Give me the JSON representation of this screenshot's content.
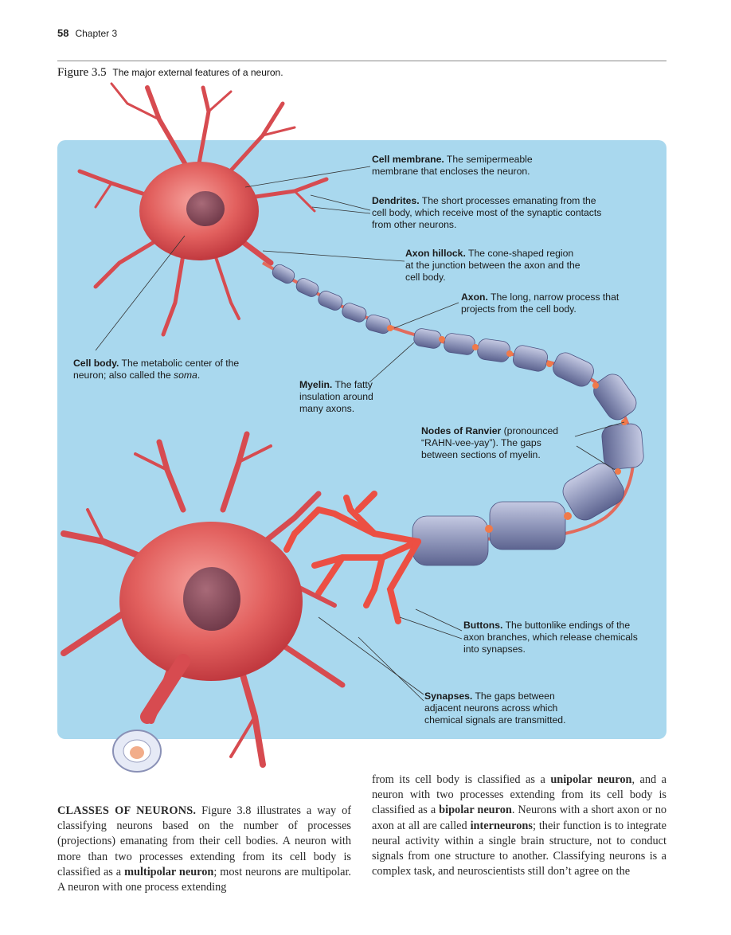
{
  "header": {
    "page_number": "58",
    "chapter": "Chapter 3"
  },
  "figure": {
    "label": "Figure 3.5",
    "caption": "The major external features of a neuron."
  },
  "labels": {
    "cell_membrane": {
      "term": "Cell membrane.",
      "text": " The semipermeable membrane that encloses the neuron."
    },
    "dendrites": {
      "term": "Dendrites.",
      "text": " The short processes emanating from the cell body, which receive most of the synaptic contacts from other neurons."
    },
    "axon_hillock": {
      "term": "Axon hillock.",
      "text": " The cone-shaped region at the junction between the axon and the cell body."
    },
    "axon": {
      "term": "Axon.",
      "text": " The long, narrow process that projects from the cell body."
    },
    "cell_body": {
      "term": "Cell body.",
      "text": " The metabolic center of the neuron; also called the ",
      "italic": "soma",
      "end": "."
    },
    "myelin": {
      "term": "Myelin.",
      "text": " The fatty insulation around many axons."
    },
    "nodes": {
      "term": "Nodes of Ranvier",
      "text": " (pronounced “RAHN-vee-yay”). The gaps between sections of myelin."
    },
    "buttons": {
      "term": "Buttons.",
      "text": " The buttonlike endings of the axon branches, which release chemicals into synapses."
    },
    "synapses": {
      "term": "Synapses.",
      "text": " The gaps between adjacent neurons across which chemical signals are transmitted."
    }
  },
  "body": {
    "left": {
      "heading": "CLASSES OF NEURONS.",
      "p1": " Figure 3.8 illustrates a way of classifying neurons based on the number of processes (projections) emanating from their cell bodies. A neuron with more than two processes extending from its cell body is classified as a ",
      "term1": "multipolar neuron",
      "p2": "; most neurons are multipolar. A neuron with one process extending"
    },
    "right": {
      "p1": "from its cell body is classified as a ",
      "term1": "unipolar neuron",
      "p2": ", and a neuron with two processes extending from its cell body is classified as a ",
      "term2": "bipolar neuron",
      "p3": ". Neurons with a short axon or no axon at all are called ",
      "term3": "interneurons",
      "p4": "; their function is to integrate neural activity within a single brain structure, not to conduct signals from one structure to another. Classifying neurons is a complex task, and neuroscientists still don’t agree on the"
    }
  },
  "colors": {
    "panel": "#a9d8ee",
    "neuron": "#e0585a",
    "myelin": "#8c93b8",
    "node": "#f07a4a"
  }
}
